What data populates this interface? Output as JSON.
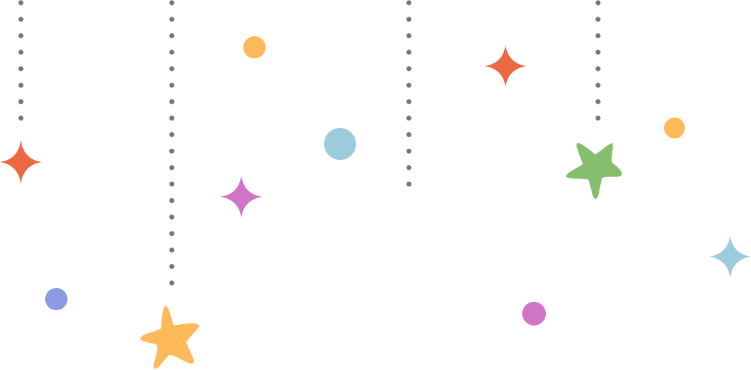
{
  "scene": {
    "background": "#ffffff",
    "dot_color": "#777777",
    "palette": {
      "orange": "#eb6940",
      "yellow": "#fdb95a",
      "blue": "#9ccbdd",
      "purple": "#cf74c7",
      "green": "#85be6d",
      "periwinkle": "#8c99e3"
    },
    "hanging_strands": [
      {
        "id": "strand-1",
        "ornament": "sparkle-icon",
        "color": "orange"
      },
      {
        "id": "strand-2",
        "ornament": "star-icon",
        "color": "yellow"
      },
      {
        "id": "strand-3",
        "ornament": "none",
        "color": ""
      },
      {
        "id": "strand-4",
        "ornament": "star-icon",
        "color": "green"
      }
    ],
    "loose_ornaments": [
      {
        "id": "circle-1",
        "shape": "circle-icon",
        "color": "yellow"
      },
      {
        "id": "circle-2",
        "shape": "circle-icon",
        "color": "blue"
      },
      {
        "id": "sparkle-1",
        "shape": "sparkle-icon",
        "color": "purple"
      },
      {
        "id": "sparkle-2",
        "shape": "sparkle-icon",
        "color": "orange"
      },
      {
        "id": "circle-3",
        "shape": "circle-icon",
        "color": "yellow"
      },
      {
        "id": "sparkle-3",
        "shape": "sparkle-icon",
        "color": "blue"
      },
      {
        "id": "circle-4",
        "shape": "circle-icon",
        "color": "periwinkle"
      },
      {
        "id": "circle-5",
        "shape": "circle-icon",
        "color": "purple"
      }
    ]
  }
}
